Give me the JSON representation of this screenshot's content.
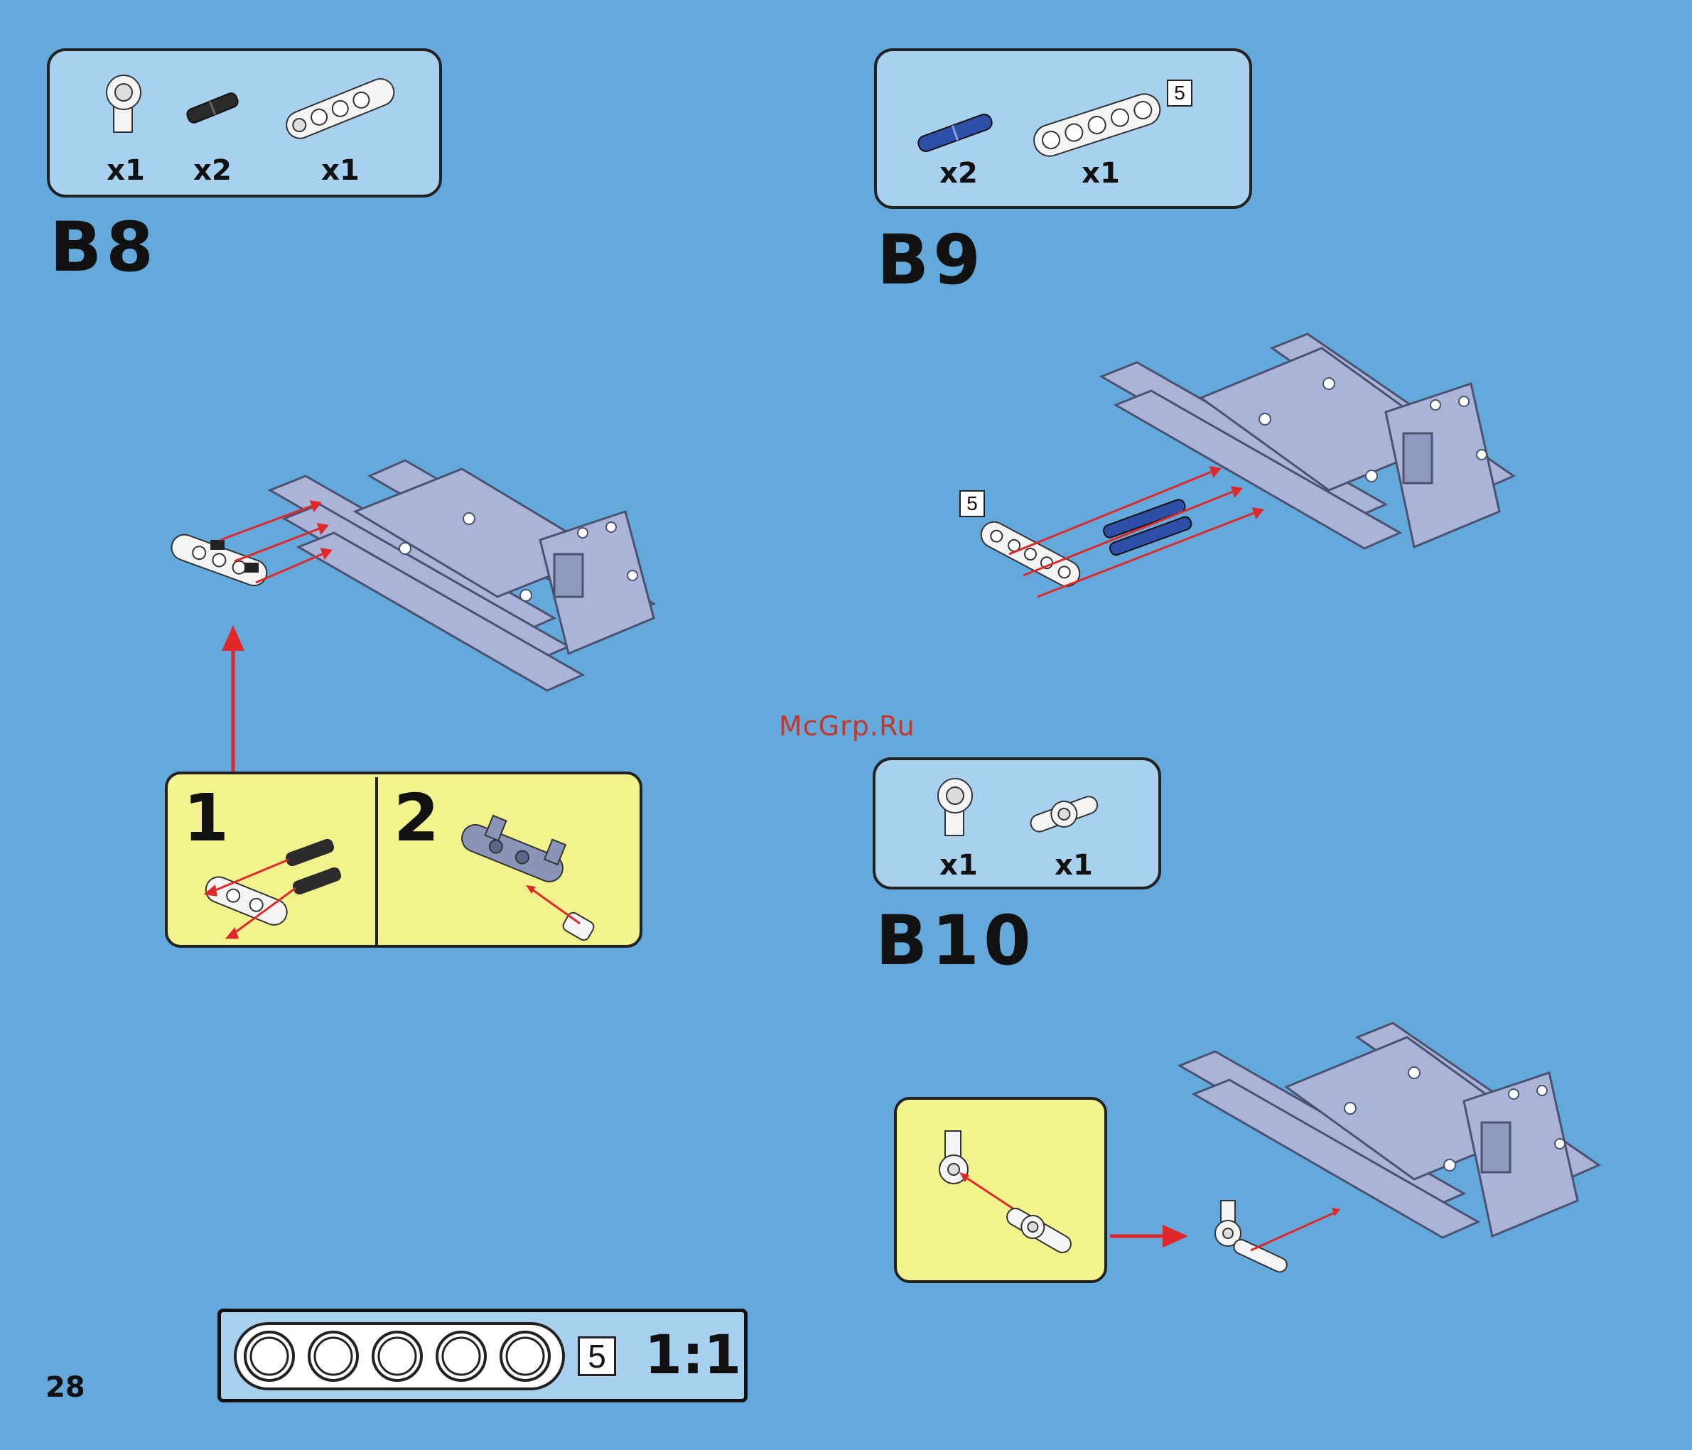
{
  "steps": {
    "b8": {
      "label": "B8",
      "parts": [
        {
          "icon": "angle-connector-icon",
          "qty": "x1"
        },
        {
          "icon": "black-pin-icon",
          "qty": "x2"
        },
        {
          "icon": "beam-icon",
          "qty": "x1"
        }
      ],
      "substeps": [
        "1",
        "2"
      ]
    },
    "b9": {
      "label": "B9",
      "parts": [
        {
          "icon": "blue-pin-icon",
          "qty": "x2"
        },
        {
          "icon": "beam-5-icon",
          "qty": "x1"
        }
      ],
      "beam_length": "5",
      "assembly_length_tag": "5"
    },
    "b10": {
      "label": "B10",
      "parts": [
        {
          "icon": "angle-connector-icon",
          "qty": "x1"
        },
        {
          "icon": "pin-connector-icon",
          "qty": "x1"
        }
      ]
    }
  },
  "ruler": {
    "length": "5",
    "scale": "1:1"
  },
  "watermark": "McGrp.Ru",
  "page_number": "28",
  "colors": {
    "background": "#64a9dc",
    "parts_box": "#a8d0ef",
    "subassembly_box": "#f2f38c",
    "arrow": "#e0282a",
    "frame_part": "#a9b4d8",
    "blue_pin": "#2d4fa8"
  }
}
